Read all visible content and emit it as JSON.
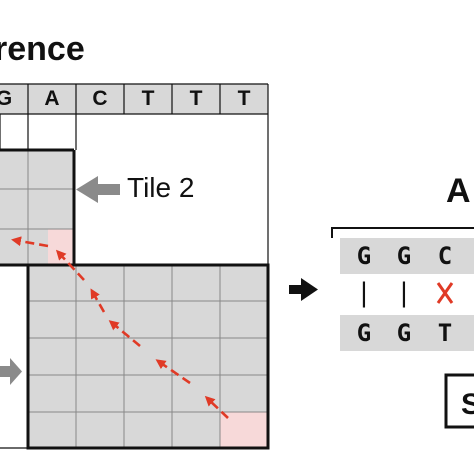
{
  "matrix": {
    "title_fragment": "rence",
    "reference_bases": [
      "G",
      "A",
      "C",
      "T",
      "T",
      "T"
    ],
    "tile_label": "Tile 2"
  },
  "alignment": {
    "caption_fragment": "A",
    "top_row": [
      "G",
      "G",
      "C"
    ],
    "match_marks": [
      "|",
      "|"
    ],
    "bottom_row": [
      "G",
      "G",
      "T"
    ],
    "bottom_caption_fragment": "S"
  },
  "colors": {
    "cell_fill": "#d8d8d8",
    "highlight_fill": "#f7d9d9",
    "traceback_arrow": "#e03a26",
    "pointer_arrow": "#8a8a8a",
    "mismatch_mark": "#e03a26",
    "frame": "#111111"
  },
  "icons": {
    "traceback": "red-dashed-diagonal-arrows",
    "tile_pointer": "gray-left-arrow",
    "flow": "black-right-arrow",
    "mismatch": "red-x"
  }
}
